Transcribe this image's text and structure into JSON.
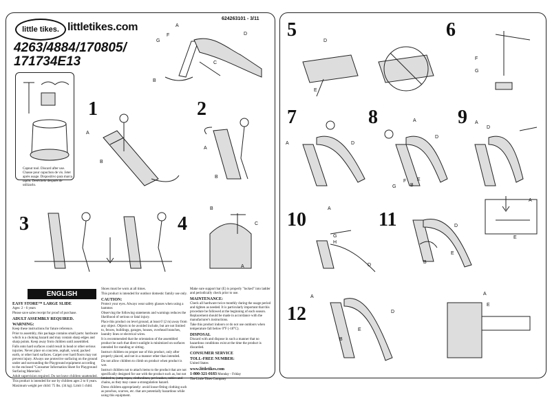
{
  "header": {
    "logo_text": "little tikes.",
    "site": "littletikes.com",
    "part_number": "624263101 - 3/11",
    "models": "4263/4884/170805/ 171734E13"
  },
  "tools": {
    "caption": "Capnut tool. Discard after use. Chasse pour capuchon de vis. Jeter après usage. Dispositivo para marca tapón. Deséchelo después de utilizarlo."
  },
  "steps": [
    "1",
    "2",
    "3",
    "4",
    "5",
    "6",
    "7",
    "8",
    "9",
    "10",
    "11",
    "12"
  ],
  "labels": {
    "a": "A",
    "b": "B",
    "c": "C",
    "d": "D",
    "e": "E",
    "f": "F",
    "g": "G",
    "h": "H"
  },
  "english": {
    "heading": "ENGLISH",
    "product": "EASY STORE™ LARGE SLIDE",
    "ages": "Ages: 2 - 6 years",
    "save": "Please save sales receipt for proof of purchase.",
    "assembly": "ADULT ASSEMBLY REQUIRED.",
    "warning": "WARNING:",
    "col1": [
      "Keep these instructions for future reference.",
      "Prior to assembly, this package contains small parts: hardware which is a choking hazard and may contain sharp edges and sharp points. Keep away from children until assembled.",
      "Falls onto hard surfaces could result in head or other serious injuries. Never place on concrete, asphalt, wood, packed earth, or other hard surfaces. Carpet over hard floors may not prevent injury. Always use protective surfacing on the ground under and surrounding the Playground equipment according to the enclosed \"Consumer Information Sheet for Playground Surfacing Materials.\"",
      "Adult supervision required. Do not leave children unattended.",
      "This product is intended for use by children ages 2 to 6 years.",
      "Maximum weight per child: 75 lbs. (34 kg). Limit 1 child."
    ],
    "col2_top": [
      "Shoes must be worn at all times.",
      "This product is intended for outdoor domestic family use only."
    ],
    "caution": "CAUTION:",
    "col2": [
      "Protect your eyes. Always wear safety glasses when using a hammer.",
      "Observing the following statements and warnings reduces the likelihood of serious or fatal injury.",
      "Place this product on level ground, at least 6' (2 m) away from any object. Objects to be avoided include, but are not limited to, fences, buildings, garages, houses, overhead branches, laundry lines or electrical wires.",
      "It is recommended that the orientation of the assembled product be such that direct sunlight is minimized on surfaces intended for standing or sitting.",
      "Instruct children on proper use of this product, only after properly placed, and not in a manner other than intended.",
      "Do not allow children to climb on product when product is wet.",
      "Instruct children not to attach items to the product that are not specifically designed for use with the product such as, but not limited to, jump ropes, clotheslines, pet leashes, cables and chains, as they may cause a strangulation hazard.",
      "Dress children appropriately: avoid loose-fitting clothing such as ponchos, scarves, etc. that are potentially hazardous while using this equipment."
    ],
    "col3_top": [
      "Make sure support bar (E) is properly \"locked\" into ladder and periodically check prior to use."
    ],
    "maintenance": "MAINTENANCE:",
    "col3": [
      "Check all hardware twice monthly during the usage period and tighten as needed. It is particularly important that this procedure be followed at the beginning of each season. Replacement should be made in accordance with the manufacturer's instructions.",
      "Take this product indoors or do not use outdoors when temperature fall below 0°F (-18°C)."
    ],
    "disposal": "DISPOSAL",
    "disposal_text": "Discard with and dispose in such a manner that no hazardous conditions exist at the time the product is discarded.",
    "consumer": "CONSUMER SERVICE",
    "tollfree": "TOLL-FREE NUMBER:",
    "us_only": "United States",
    "web": "www.littletikes.com",
    "phone": "1-800-321-0183",
    "hours": "Monday - Friday",
    "company": "The Little Tikes Company"
  }
}
